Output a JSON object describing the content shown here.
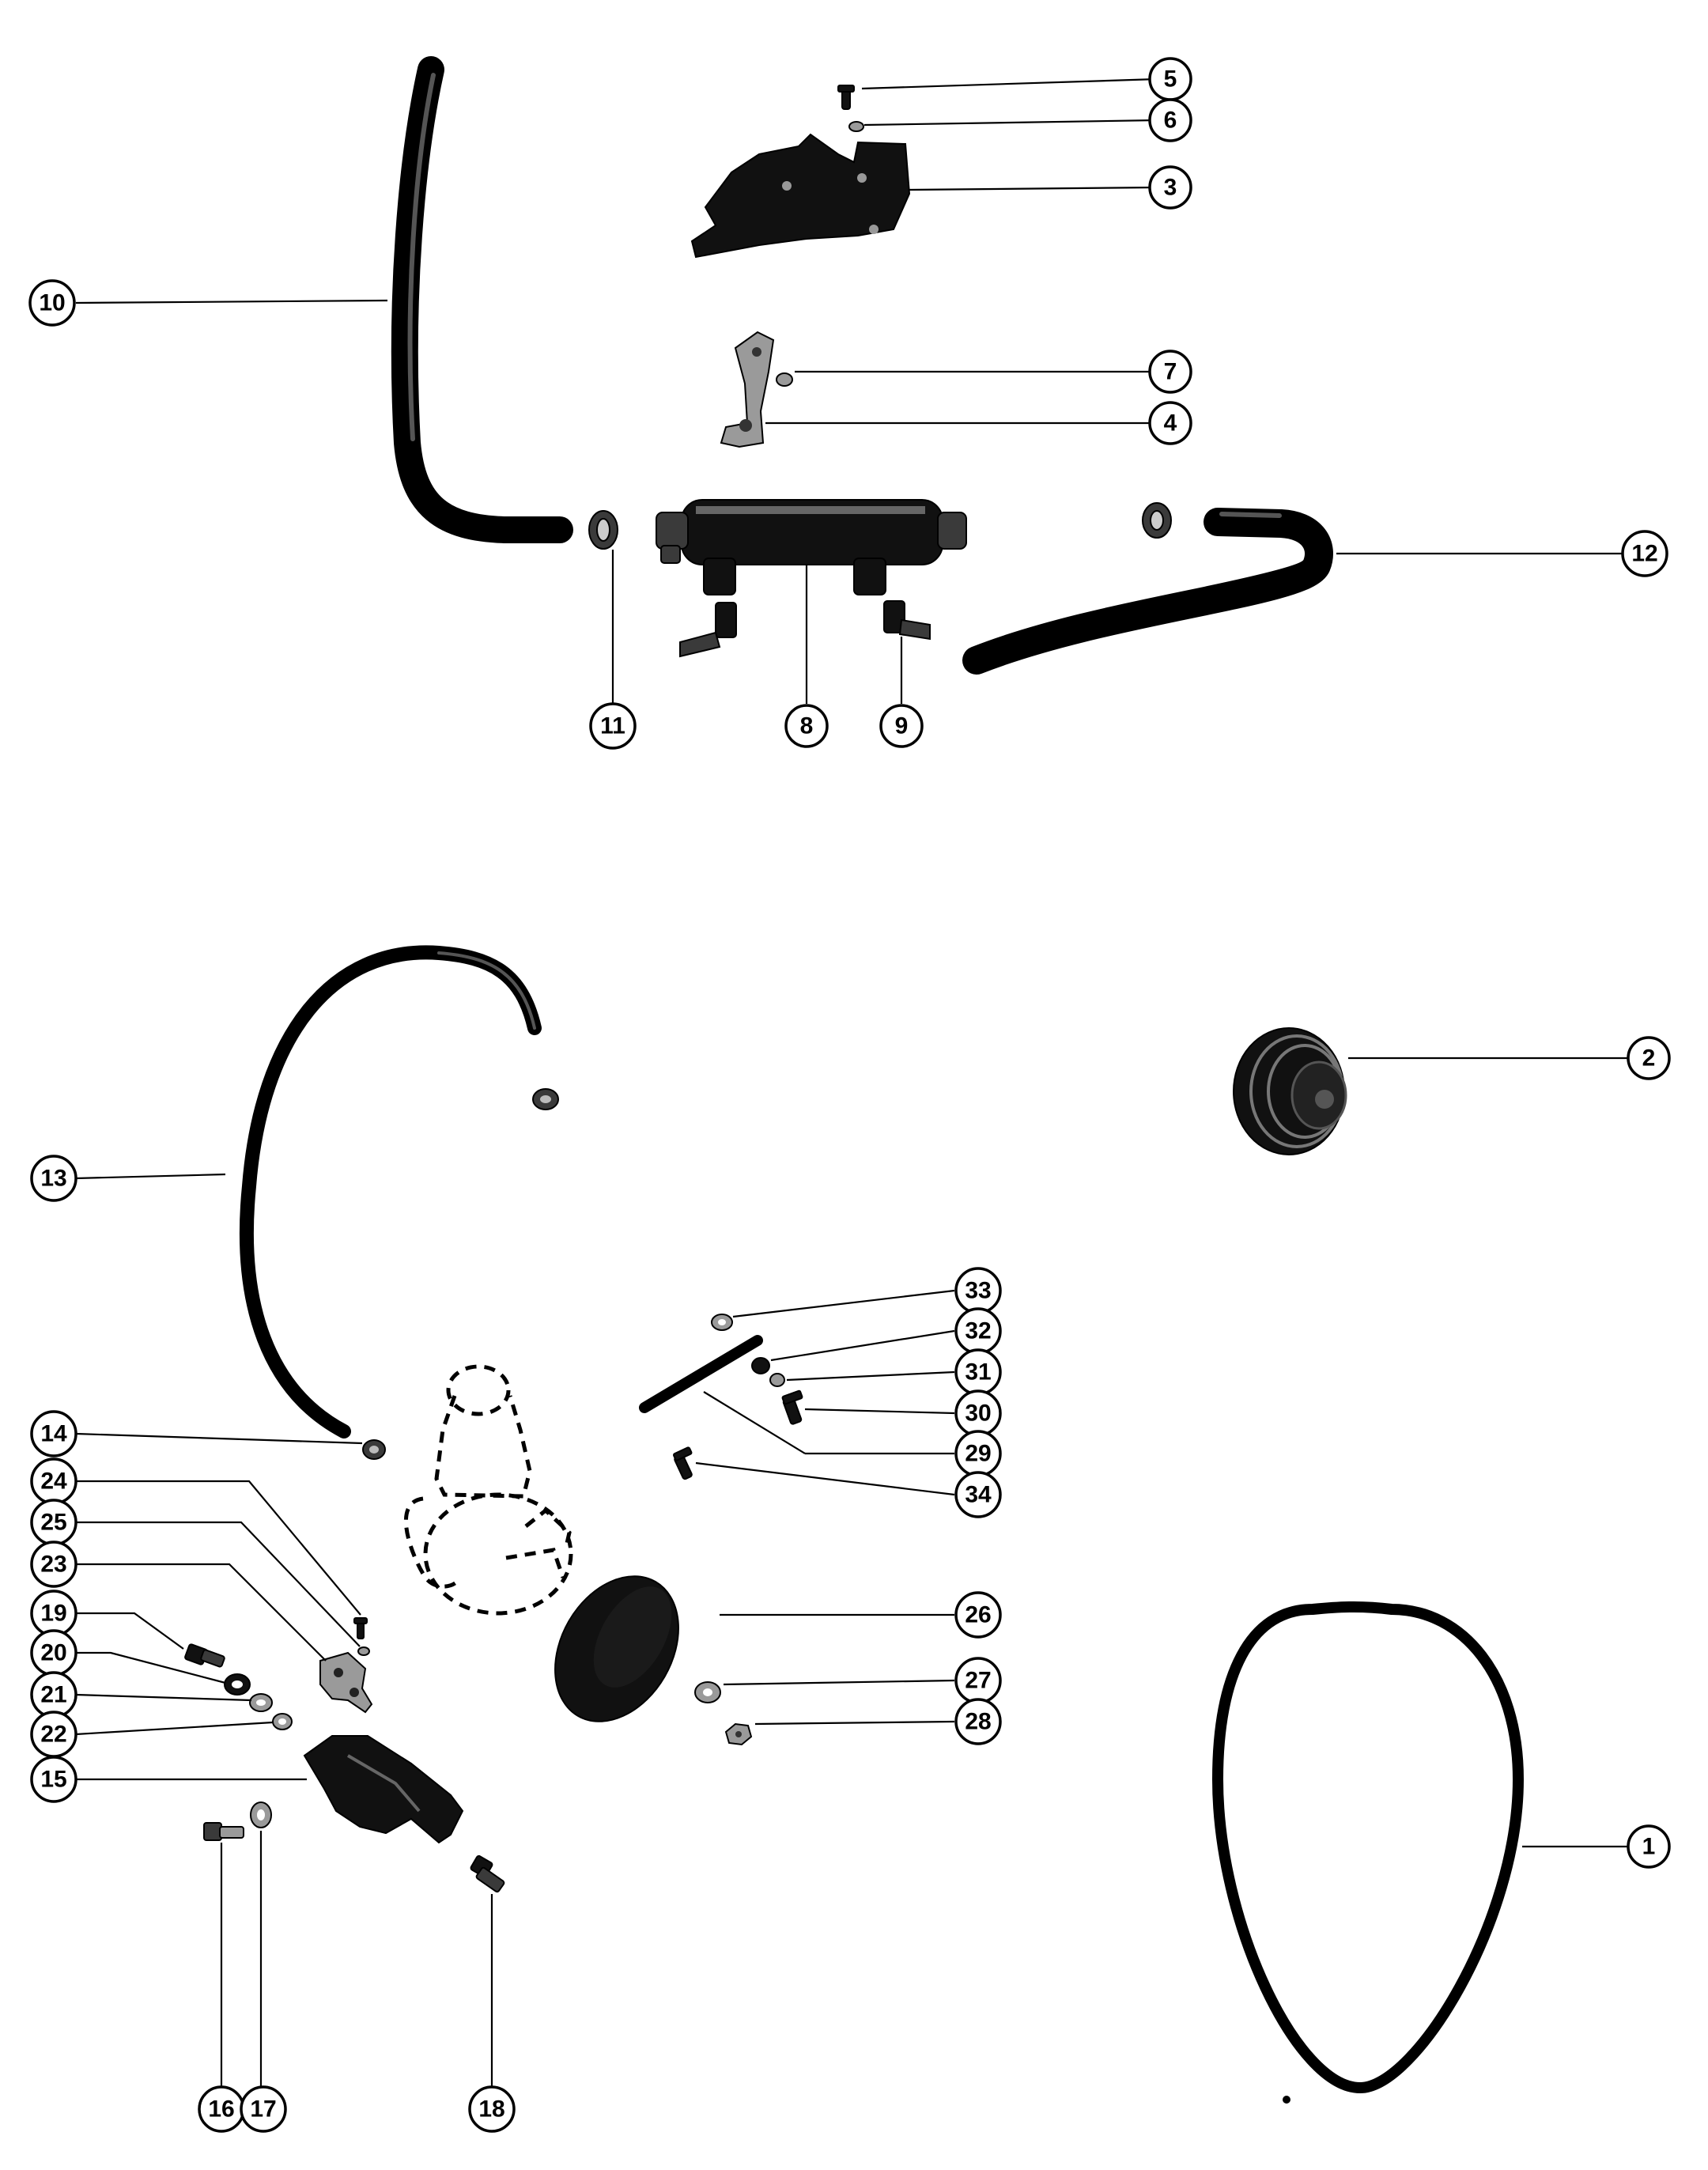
{
  "callouts": {
    "c1": "1",
    "c2": "2",
    "c3": "3",
    "c4": "4",
    "c5": "5",
    "c6": "6",
    "c7": "7",
    "c8": "8",
    "c9": "9",
    "c10": "10",
    "c11": "11",
    "c12": "12",
    "c13": "13",
    "c14": "14",
    "c15": "15",
    "c16": "16",
    "c17": "17",
    "c18": "18",
    "c19": "19",
    "c20": "20",
    "c21": "21",
    "c22": "22",
    "c23": "23",
    "c24": "24",
    "c25": "25",
    "c26": "26",
    "c27": "27",
    "c28": "28",
    "c29": "29",
    "c30": "30",
    "c31": "31",
    "c32": "32",
    "c33": "33",
    "c34": "34"
  }
}
